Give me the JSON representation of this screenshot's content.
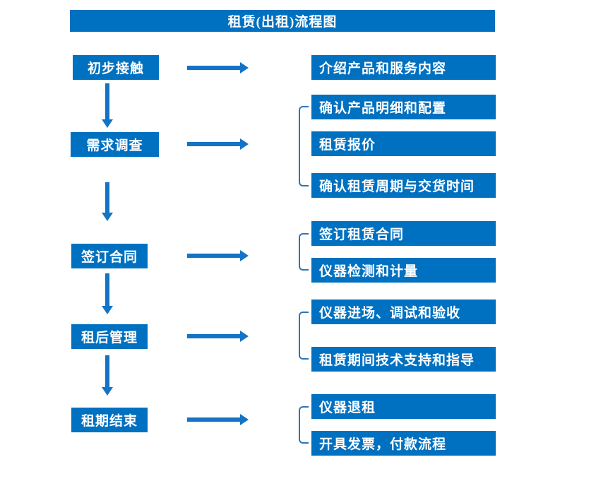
{
  "title": "租赁(出租)流程图",
  "colors": {
    "box_blue": "#0070c0",
    "arrow_blue": "#1373c4",
    "bracket_blue": "#2e75b6",
    "text_white": "#ffffff",
    "background": "#ffffff"
  },
  "steps": [
    {
      "label": "初步接触",
      "details": [
        "介绍产品和服务内容"
      ]
    },
    {
      "label": "需求调查",
      "details": [
        "确认产品明细和配置",
        "租赁报价",
        "确认租赁周期与交货时间"
      ]
    },
    {
      "label": "签订合同",
      "details": [
        "签订租赁合同",
        "仪器检测和计量"
      ]
    },
    {
      "label": "租后管理",
      "details": [
        "仪器进场、调试和验收",
        "租赁期间技术支持和指导"
      ]
    },
    {
      "label": "租期结束",
      "details": [
        "仪器退租",
        "开具发票，付款流程"
      ]
    }
  ]
}
